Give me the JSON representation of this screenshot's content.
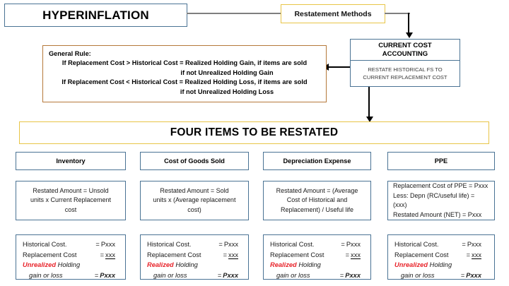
{
  "title_box": {
    "label": "HYPERINFLATION"
  },
  "restatement_box": {
    "label": "Restatement Methods"
  },
  "cca_box": {
    "header_line1": "CURRENT COST",
    "header_line2": "ACCOUNTING",
    "body_line1": "RESTATE HISTORICAL FS TO",
    "body_line2": "CURRENT REPLACEMENT COST"
  },
  "general_rule": {
    "title": "General Rule:",
    "line1": "If Replacement Cost > Historical Cost = Realized Holding Gain, if items are sold",
    "line2": "if not  Unrealized Holding Gain",
    "line3": "If Replacement Cost < Historical Cost = Realized Holding Loss, if items are sold",
    "line4": "if not Unrealized Holding Loss"
  },
  "banner": {
    "label": "FOUR ITEMS TO BE RESTATED"
  },
  "columns": [
    {
      "heading": "Inventory",
      "formula_lines": [
        "Restated Amount = Unsold",
        "units x Current Replacement",
        "cost"
      ],
      "formula_align": "center",
      "calc": {
        "rows": [
          {
            "key": "Historical Cost.",
            "eq": "=",
            "value": "Pxxx",
            "underline": false,
            "bold": false
          },
          {
            "key": "Replacement Cost",
            "eq": "=",
            "value": "xxx",
            "underline": true,
            "bold": false
          }
        ],
        "result_em": "Unrealized",
        "result_rest": "Holding",
        "result_line2": "gain or loss",
        "result_eq": "=",
        "result_value": "Pxxx"
      }
    },
    {
      "heading": "Cost of Goods Sold",
      "formula_lines": [
        "Restated Amount = Sold",
        "units x (Average replacement",
        "cost)"
      ],
      "formula_align": "center",
      "calc": {
        "rows": [
          {
            "key": "Historical Cost.",
            "eq": "=",
            "value": "Pxxx",
            "underline": false,
            "bold": false
          },
          {
            "key": "Replacement Cost",
            "eq": "=",
            "value": "xxx",
            "underline": true,
            "bold": false
          }
        ],
        "result_em": "Realized",
        "result_rest": "Holding",
        "result_line2": "gain or loss",
        "result_eq": "=",
        "result_value": "Pxxx"
      }
    },
    {
      "heading": "Depreciation Expense",
      "formula_lines": [
        "Restated Amount = (Average",
        "Cost of Historical and",
        "Replacement) / Useful life"
      ],
      "formula_align": "center",
      "calc": {
        "rows": [
          {
            "key": "Historical Cost.",
            "eq": "=",
            "value": "Pxxx",
            "underline": false,
            "bold": false
          },
          {
            "key": "Replacement Cost",
            "eq": "=",
            "value": "xxx",
            "underline": true,
            "bold": false
          }
        ],
        "result_em": "Realized",
        "result_rest": "Holding",
        "result_line2": "gain or loss",
        "result_eq": "=",
        "result_value": "Pxxx"
      }
    },
    {
      "heading": "PPE",
      "formula_lines": [
        "Replacement Cost  of PPE = Pxxx",
        "Less: Depn (RC/useful life) = (xxx)",
        "Restated Amount (NET)    = Pxxx"
      ],
      "formula_align": "left",
      "calc": {
        "rows": [
          {
            "key": "Historical Cost.",
            "eq": "=",
            "value": "Pxxx",
            "underline": false,
            "bold": false
          },
          {
            "key": "Replacement Cost",
            "eq": "=",
            "value": "xxx",
            "underline": true,
            "bold": false
          }
        ],
        "result_em": "Unrealized",
        "result_rest": "Holding",
        "result_line2": "gain or loss",
        "result_eq": "=",
        "result_value": "Pxxx"
      }
    }
  ],
  "colors": {
    "blue_border": "#4a7394",
    "yellow_border": "#e8c547",
    "orange_border": "#b5793a",
    "connector_gray": "#7f7f7f",
    "arrow_black": "#000000",
    "accent_red": "#e8232a"
  }
}
